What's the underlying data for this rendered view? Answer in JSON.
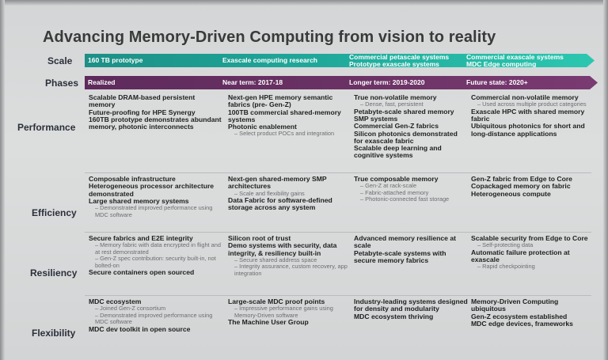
{
  "title": "Advancing Memory-Driven Computing from vision to reality",
  "labels": {
    "scale": "Scale",
    "phases": "Phases",
    "performance": "Performance",
    "efficiency": "Efficiency",
    "resiliency": "Resiliency",
    "flexibility": "Flexibility"
  },
  "scale": [
    [
      "160 TB prototype"
    ],
    [
      "Exascale computing research"
    ],
    [
      "Commercial petascale systems",
      "Prototype exascale systems"
    ],
    [
      "Commercial exascale systems",
      "MDC Edge computing"
    ]
  ],
  "phases": [
    [
      "Realized"
    ],
    [
      "Near term: 2017-18"
    ],
    [
      "Longer term: 2019-2020"
    ],
    [
      "Future state: 2020+"
    ]
  ],
  "grid": {
    "performance": [
      [
        {
          "t": "Scalable DRAM-based persistent memory"
        },
        {
          "t": "Future-proofing for HPE Synergy"
        },
        {
          "t": "160TB prototype demonstrates abundant memory, photonic interconnects"
        }
      ],
      [
        {
          "t": "Next-gen HPE memory semantic fabrics (pre- Gen-Z)"
        },
        {
          "t": "100TB commercial shared-memory systems"
        },
        {
          "t": "Photonic enablement"
        },
        {
          "t": "Select product POCs and integration",
          "sub": true
        }
      ],
      [
        {
          "t": "True non-volatile memory"
        },
        {
          "t": "Dense, fast, persistent",
          "sub": true
        },
        {
          "t": "Petabyte-scale shared memory SMP systems"
        },
        {
          "t": "Commercial Gen-Z fabrics"
        },
        {
          "t": "Silicon photonics demonstrated for exascale fabric"
        },
        {
          "t": "Scalable deep learning and cognitive systems"
        }
      ],
      [
        {
          "t": "Commercial non-volatile memory"
        },
        {
          "t": "Used across multiple product categories",
          "sub": true
        },
        {
          "t": "Exascale HPC with shared memory fabric"
        },
        {
          "t": "Ubiquitous photonics for short and long-distance applications"
        }
      ]
    ],
    "efficiency": [
      [
        {
          "t": "Composable infrastructure"
        },
        {
          "t": "Heterogeneous processor architecture demonstrated"
        },
        {
          "t": "Large shared memory systems"
        },
        {
          "t": "Demonstrated improved performance using MDC software",
          "sub": true
        }
      ],
      [
        {
          "t": "Next-gen shared-memory SMP architectures"
        },
        {
          "t": "Scale and flexibility gains",
          "sub": true
        },
        {
          "t": "Data Fabric for software-defined storage across any system"
        }
      ],
      [
        {
          "t": "True composable memory"
        },
        {
          "t": "Gen-Z at rack-scale",
          "sub": true
        },
        {
          "t": "Fabric-attached memory",
          "sub": true
        },
        {
          "t": "Photonic-connected fast storage",
          "sub": true
        }
      ],
      [
        {
          "t": "Gen-Z fabric from Edge to Core"
        },
        {
          "t": "Copackaged memory on fabric"
        },
        {
          "t": "Heterogeneous compute"
        }
      ]
    ],
    "resiliency": [
      [
        {
          "t": "Secure fabrics and E2E integrity"
        },
        {
          "t": "Memory fabric with data encrypted in flight and at rest demonstrated",
          "sub": true
        },
        {
          "t": "Gen-Z spec contribution: security built-in, not bolted-on",
          "sub": true
        },
        {
          "t": "Secure containers open sourced"
        }
      ],
      [
        {
          "t": "Silicon root of trust"
        },
        {
          "t": "Demo systems with security, data integrity, & resiliency built-in"
        },
        {
          "t": "Secure shared address space",
          "sub": true
        },
        {
          "t": "Integrity assurance, custom recovery, app integration",
          "sub": true
        }
      ],
      [
        {
          "t": "Advanced memory resilience at scale"
        },
        {
          "t": "Petabyte-scale systems with secure memory fabrics"
        }
      ],
      [
        {
          "t": "Scalable security from Edge to Core"
        },
        {
          "t": "Self-protecting data",
          "sub": true
        },
        {
          "t": "Automatic failure protection at exascale"
        },
        {
          "t": "Rapid checkpointing",
          "sub": true
        }
      ]
    ],
    "flexibility": [
      [
        {
          "t": "MDC ecosystem"
        },
        {
          "t": "Joined Gen-Z consortium",
          "sub": true
        },
        {
          "t": "Demonstrated improved performance using MDC software",
          "sub": true
        },
        {
          "t": "MDC dev toolkit in open source"
        }
      ],
      [
        {
          "t": "Large-scale MDC proof points"
        },
        {
          "t": "Impressive performance gains using Memory-Driven software",
          "sub": true
        },
        {
          "t": "The Machine User Group"
        }
      ],
      [
        {
          "t": "Industry-leading systems designed for density and modularity"
        },
        {
          "t": "MDC ecosystem thriving"
        }
      ],
      [
        {
          "t": "Memory-Driven Computing ubiquitous"
        },
        {
          "t": "Gen-Z ecosystem established"
        },
        {
          "t": "MDC edge devices, frameworks"
        }
      ]
    ]
  }
}
